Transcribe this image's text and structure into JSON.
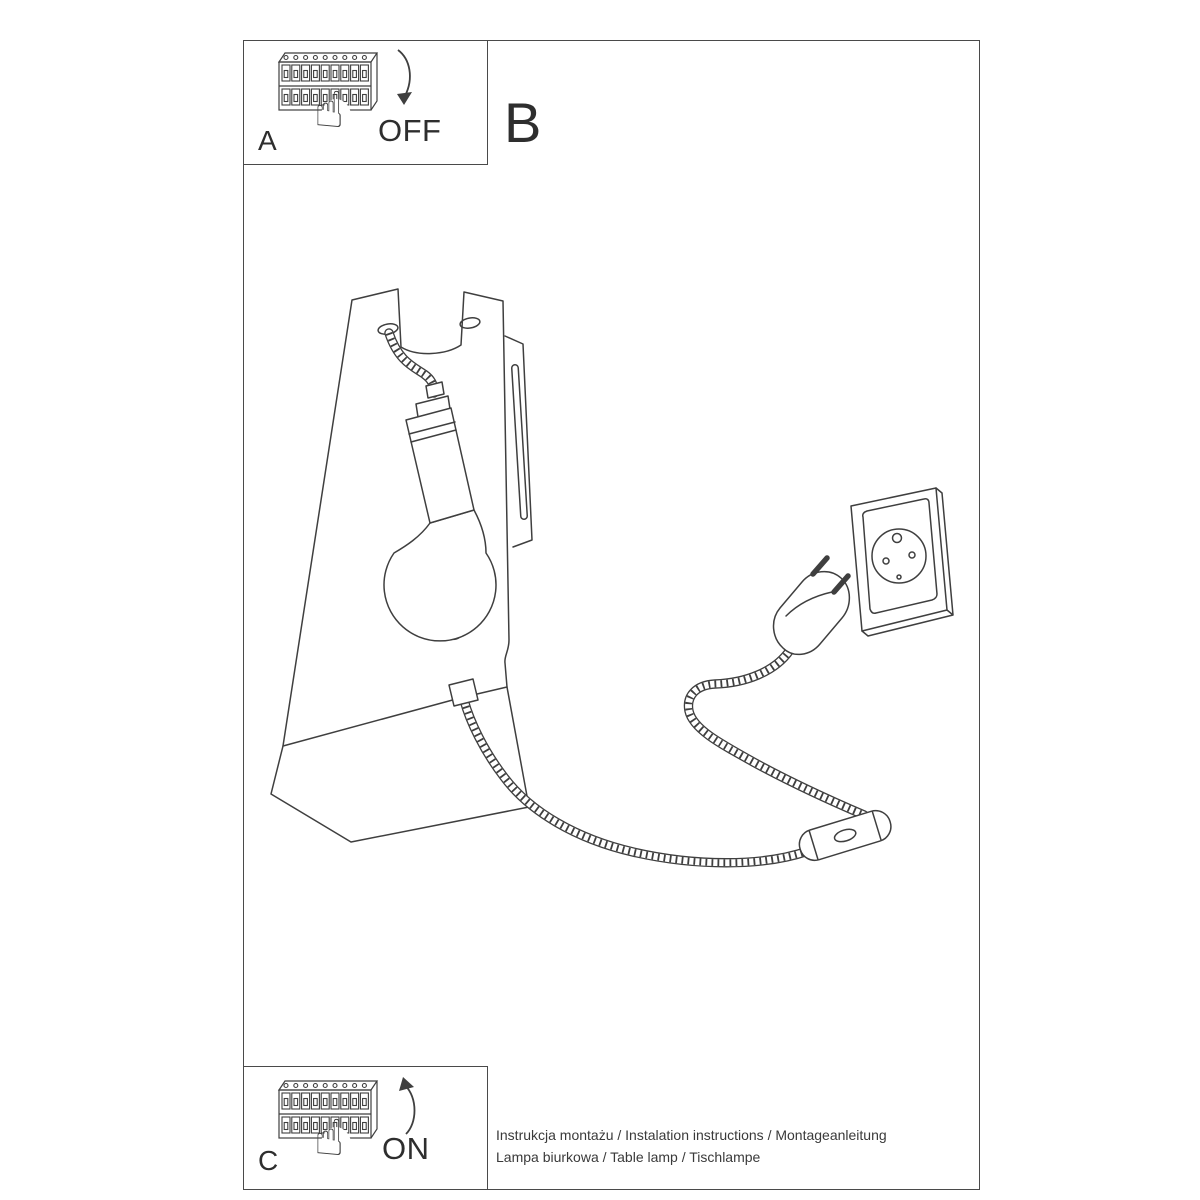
{
  "page": {
    "background": "#ffffff",
    "line_color": "#3f3f3f",
    "border_color": "#4a4a4a"
  },
  "icons": {
    "hand": "☝",
    "breaker_panel": "circuit-breaker-panel",
    "arrow_off": "curved-arrow-down",
    "arrow_on": "curved-arrow-up"
  },
  "panel_a": {
    "letter": "A",
    "switch_label": "OFF"
  },
  "panel_b": {
    "letter": "B"
  },
  "panel_c": {
    "letter": "C",
    "switch_label": "ON"
  },
  "footer": {
    "line1": "Instrukcja montażu / Instalation instructions / Montageanleitung",
    "line2": "Lampa biurkowa / Table lamp / Tischlampe"
  },
  "illustration": {
    "parts": [
      "desk-lamp-stand",
      "light-bulb",
      "lamp-socket",
      "gooseneck-arm",
      "power-cord",
      "inline-switch",
      "power-plug",
      "wall-socket"
    ]
  }
}
